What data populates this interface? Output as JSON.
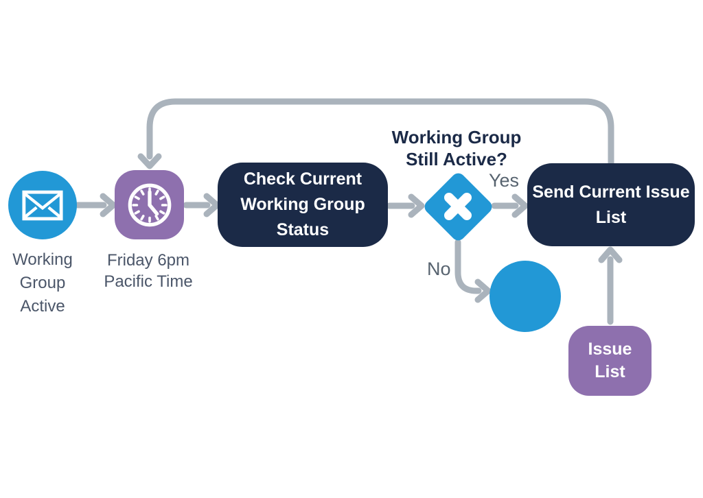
{
  "diagram": {
    "nodes": {
      "start": {
        "label": "Working\nGroup\nActive",
        "icon": "envelope-icon",
        "shape": "circle"
      },
      "timer": {
        "label": "Friday 6pm\nPacific Time",
        "icon": "clock-icon",
        "shape": "rounded-square"
      },
      "check_status": {
        "label": "Check Current\nWorking Group\nStatus",
        "shape": "rounded-rect"
      },
      "decision": {
        "question": "Working Group\nStill Active?",
        "icon": "x-icon",
        "shape": "diamond"
      },
      "send_issue_list": {
        "label": "Send Current Issue\nList",
        "shape": "rounded-rect"
      },
      "end": {
        "shape": "circle"
      },
      "issue_list": {
        "label": "Issue\nList",
        "shape": "rounded-rect"
      }
    },
    "edges": {
      "yes": {
        "label": "Yes"
      },
      "no": {
        "label": "No"
      }
    },
    "colors": {
      "background": "#ffffff",
      "blue": "#2298d6",
      "purple": "#8e70ae",
      "navy": "#1b2a47",
      "arrow_gray": "#aab3bc",
      "label_text": "#4b5669",
      "edge_label": "#57636f"
    }
  }
}
